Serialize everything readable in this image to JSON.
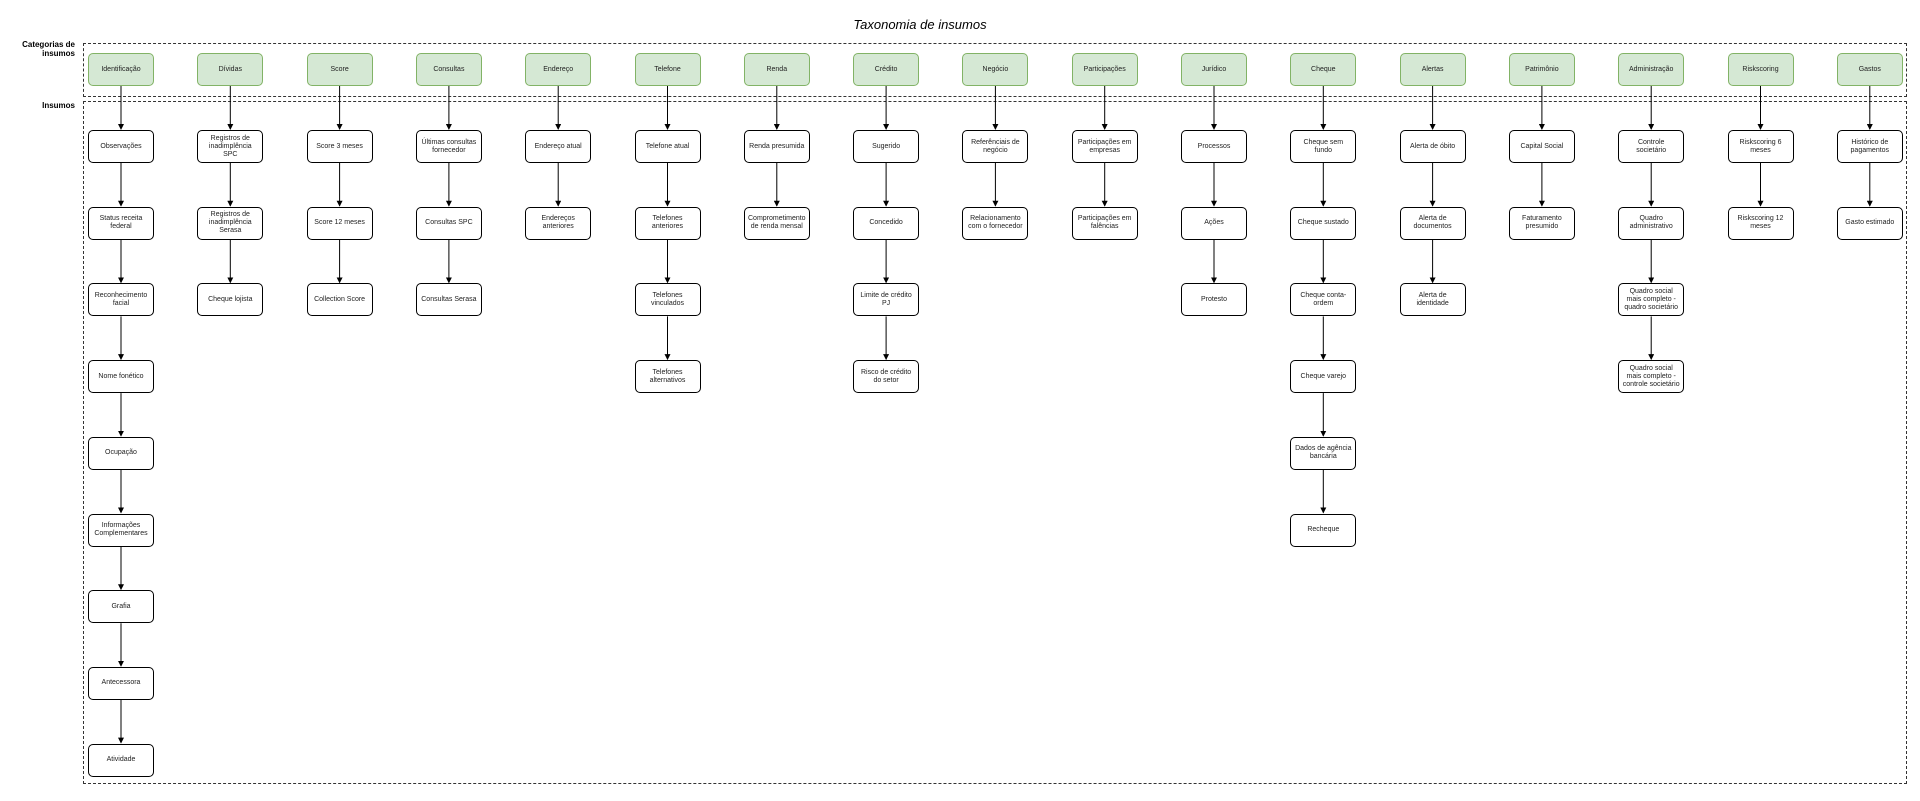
{
  "title": "Taxonomia de insumos",
  "labels": {
    "categories": "Categorias de insumos",
    "inputs": "Insumos"
  },
  "colors": {
    "category_fill": "#d5e8d4",
    "category_stroke": "#82b366",
    "input_stroke": "#000000",
    "connector": "#000000"
  },
  "columns": [
    {
      "category": "Identificação",
      "items": [
        "Observações",
        "Status receita federal",
        "Reconhecimento facial",
        "Nome fonético",
        "Ocupação",
        "Informações Complementares",
        "Grafia",
        "Antecessora",
        "Atividade"
      ]
    },
    {
      "category": "Dívidas",
      "items": [
        "Registros de inadimplência SPC",
        "Registros de inadimplência Serasa",
        "Cheque lojista"
      ]
    },
    {
      "category": "Score",
      "items": [
        "Score 3 meses",
        "Score 12 meses",
        "Collection Score"
      ]
    },
    {
      "category": "Consultas",
      "items": [
        "Últimas consultas fornecedor",
        "Consultas SPC",
        "Consultas Serasa"
      ]
    },
    {
      "category": "Endereço",
      "items": [
        "Endereço atual",
        "Endereços anteriores"
      ]
    },
    {
      "category": "Telefone",
      "items": [
        "Telefone atual",
        "Telefones anteriores",
        "Telefones vinculados",
        "Telefones alternativos"
      ]
    },
    {
      "category": "Renda",
      "items": [
        "Renda presumida",
        "Comprometimento de renda mensal"
      ]
    },
    {
      "category": "Crédito",
      "items": [
        "Sugerido",
        "Concedido",
        "Limite de crédito PJ",
        "Risco de crédito do setor"
      ]
    },
    {
      "category": "Negócio",
      "items": [
        "Referênciais de negócio",
        "Relacionamento com o fornecedor"
      ]
    },
    {
      "category": "Participações",
      "items": [
        "Participações em empresas",
        "Participações em falências"
      ]
    },
    {
      "category": "Jurídico",
      "items": [
        "Processos",
        "Ações",
        "Protesto"
      ]
    },
    {
      "category": "Cheque",
      "items": [
        "Cheque sem fundo",
        "Cheque sustado",
        "Cheque conta-ordem",
        "Cheque varejo",
        "Dados de agência bancária",
        "Recheque"
      ]
    },
    {
      "category": "Alertas",
      "items": [
        "Alerta de óbito",
        "Alerta de documentos",
        "Alerta de identidade"
      ]
    },
    {
      "category": "Patrimônio",
      "items": [
        "Capital Social",
        "Faturamento presumido"
      ]
    },
    {
      "category": "Administração",
      "items": [
        "Controle societário",
        "Quadro administrativo",
        "Quadro social mais completo - quadro societário",
        "Quadro social mais completo - controle societário"
      ]
    },
    {
      "category": "Riskscoring",
      "items": [
        "Riskscoring 6 meses",
        "Riskscoring 12 meses"
      ]
    },
    {
      "category": "Gastos",
      "items": [
        "Histórico de pagamentos",
        "Gasto estimado"
      ]
    }
  ]
}
